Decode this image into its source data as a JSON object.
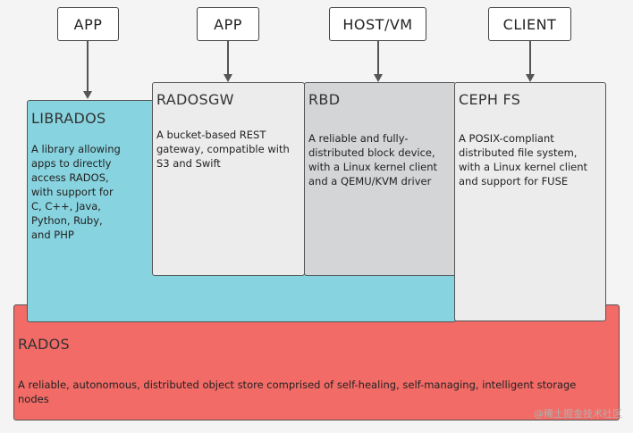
{
  "clients": {
    "app1": "APP",
    "app2": "APP",
    "host_vm": "HOST/VM",
    "client": "CLIENT"
  },
  "librados": {
    "title": "LIBRADOS",
    "description_lines": [
      "A library allowing",
      "apps to directly",
      "access RADOS,",
      "with support for",
      "C, C++, Java,",
      "Python, Ruby,",
      "and PHP"
    ]
  },
  "radosgw": {
    "title": "RADOSGW",
    "description_lines": [
      "A bucket-based REST",
      "gateway, compatible with",
      "S3 and Swift"
    ]
  },
  "rbd": {
    "title": "RBD",
    "description_lines": [
      "A reliable and fully-",
      "distributed block device,",
      "with a Linux kernel client",
      "and a QEMU/KVM driver"
    ]
  },
  "cephfs": {
    "title": "CEPH FS",
    "description_lines": [
      "A POSIX-compliant",
      "distributed file system,",
      "with a Linux kernel client",
      "and support for FUSE"
    ]
  },
  "rados": {
    "title": "RADOS",
    "description_lines": [
      "A reliable, autonomous, distributed object store comprised of self-healing, self-managing, intelligent storage",
      "nodes"
    ]
  },
  "watermark": "@稀土掘金技术社区",
  "colors": {
    "librados": "#87d3df",
    "radosgw": "#ececec",
    "rbd": "#d3d5d6",
    "cephfs": "#ececec",
    "rados": "#f26b66"
  }
}
